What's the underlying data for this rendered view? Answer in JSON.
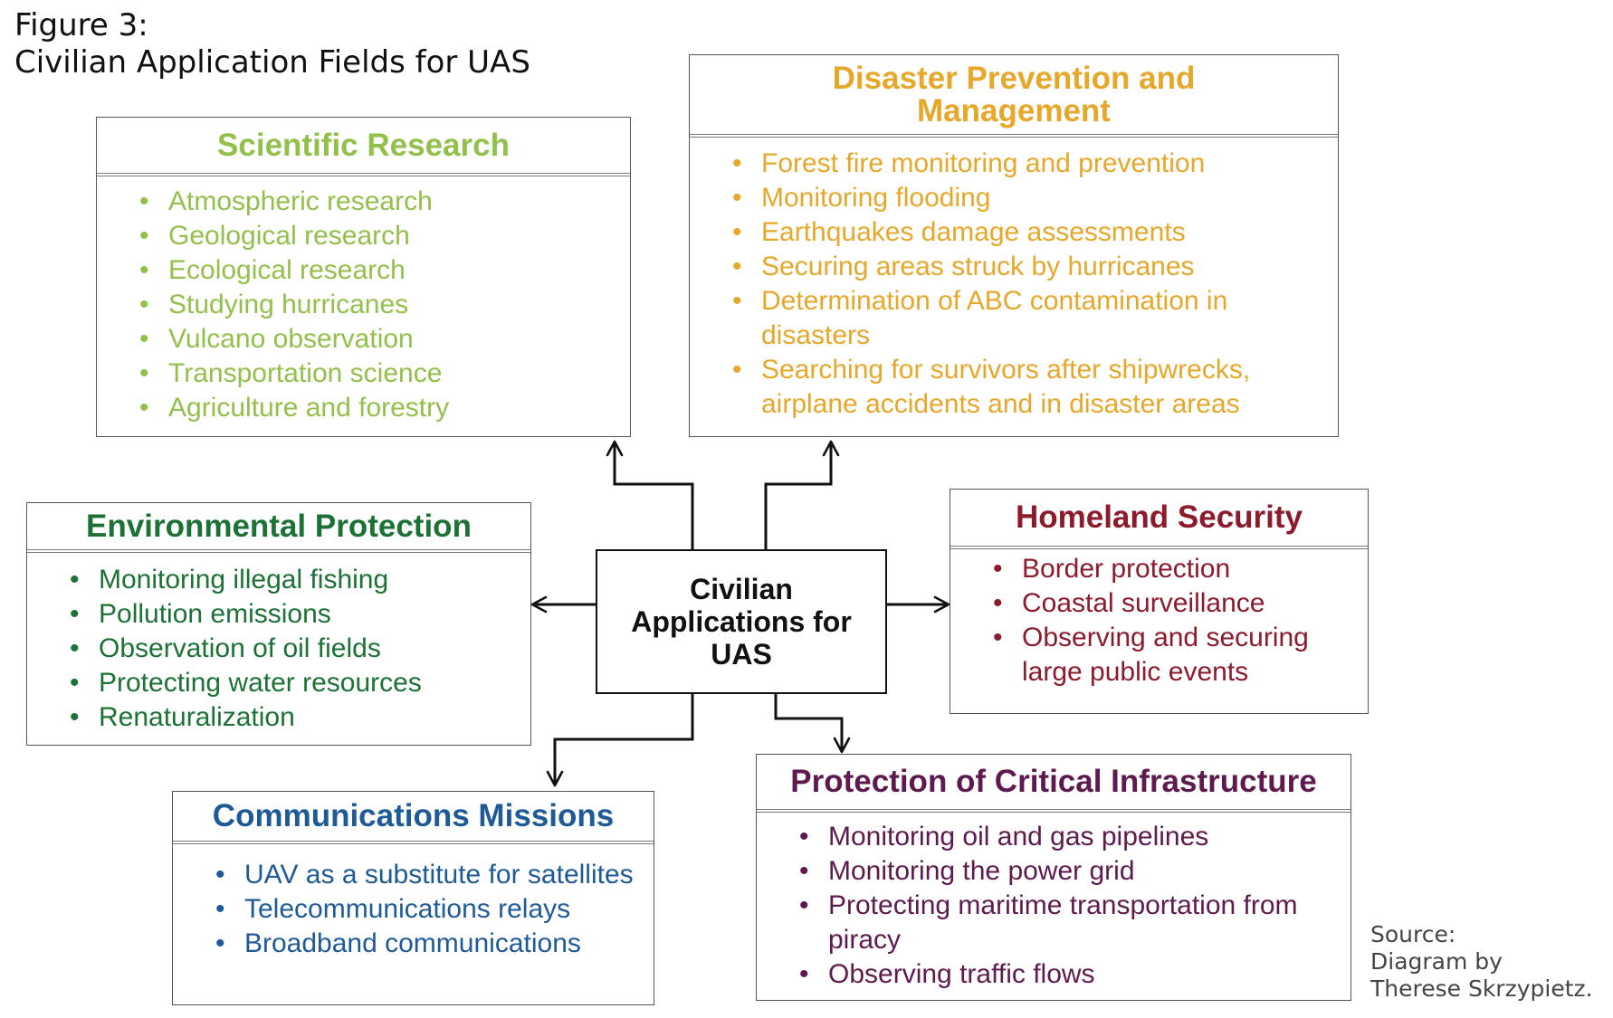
{
  "caption": {
    "line1": "Figure 3:",
    "line2": "Civilian Application Fields for UAS"
  },
  "center": {
    "lines": [
      "Civilian",
      "Applications for",
      "UAS"
    ]
  },
  "colors": {
    "scientific": "#92c04b",
    "disaster": "#e6a72a",
    "environmental": "#1b7234",
    "homeland": "#8c1b2c",
    "communications": "#1f5a98",
    "infrastructure": "#5e1a4e"
  },
  "boxes": {
    "scientific": {
      "title_lines": [
        "Scientific Research"
      ],
      "items": [
        "Atmospheric research",
        "Geological research",
        "Ecological research",
        "Studying hurricanes",
        "Vulcano observation",
        "Transportation science",
        "Agriculture and forestry"
      ]
    },
    "disaster": {
      "title_lines": [
        "Disaster Prevention and",
        "Management"
      ],
      "items": [
        "Forest fire monitoring and prevention",
        "Monitoring flooding",
        "Earthquakes damage assessments",
        "Securing areas struck by hurricanes",
        "Determination of ABC contamination in disasters",
        "Searching for survivors after shipwrecks, airplane accidents and in disaster areas"
      ]
    },
    "environmental": {
      "title_lines": [
        "Environmental Protection"
      ],
      "items": [
        "Monitoring illegal fishing",
        "Pollution emissions",
        "Observation of oil fields",
        "Protecting water resources",
        "Renaturalization"
      ]
    },
    "homeland": {
      "title_lines": [
        "Homeland Security"
      ],
      "items": [
        "Border protection",
        "Coastal surveillance",
        "Observing and securing large public events"
      ]
    },
    "communications": {
      "title_lines": [
        "Communications Missions"
      ],
      "items": [
        "UAV as a substitute for satellites",
        "Telecommunications relays",
        "Broadband communications"
      ]
    },
    "infrastructure": {
      "title_lines": [
        "Protection of Critical Infrastructure"
      ],
      "items": [
        "Monitoring oil and gas pipelines",
        "Monitoring the power grid",
        "Protecting maritime transportation from piracy",
        "Observing traffic flows"
      ]
    }
  },
  "source": {
    "lines": [
      "Source:",
      "Diagram by",
      "Therese Skrzypietz."
    ]
  }
}
